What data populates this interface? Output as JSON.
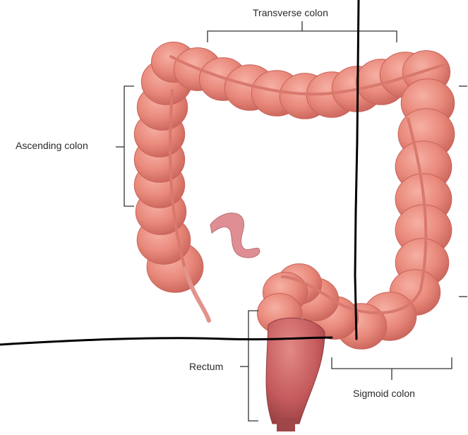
{
  "labels": {
    "transverse": "Transverse colon",
    "ascending": "Ascending colon",
    "rectum": "Rectum",
    "sigmoid": "Sigmoid colon"
  },
  "colors": {
    "colon_fill": "#e98a7c",
    "colon_shadow": "#c9635a",
    "colon_highlight": "#f5b1a5",
    "band": "#d9786d",
    "appendix": "#df8f93",
    "rectum_fill": "#c85a5c",
    "bracket": "#333333",
    "marker_line": "#000000"
  }
}
